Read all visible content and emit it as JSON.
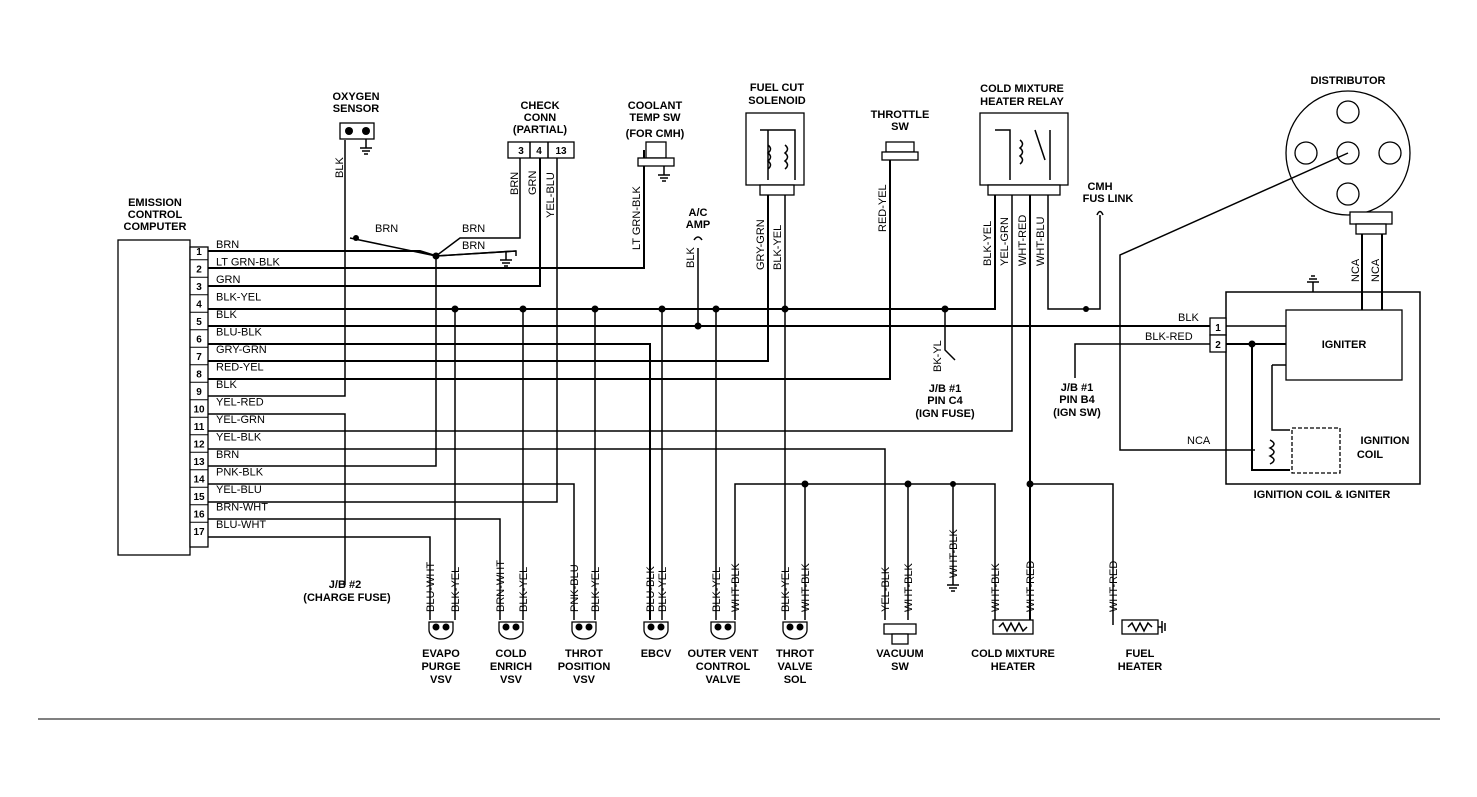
{
  "computer": {
    "title_lines": [
      "EMISSION",
      "CONTROL",
      "COMPUTER"
    ]
  },
  "pins": [
    {
      "n": "1",
      "wire": "BRN"
    },
    {
      "n": "2",
      "wire": "LT GRN-BLK"
    },
    {
      "n": "3",
      "wire": "GRN"
    },
    {
      "n": "4",
      "wire": "BLK-YEL"
    },
    {
      "n": "5",
      "wire": "BLK"
    },
    {
      "n": "6",
      "wire": "BLU-BLK"
    },
    {
      "n": "7",
      "wire": "GRY-GRN"
    },
    {
      "n": "8",
      "wire": "RED-YEL"
    },
    {
      "n": "9",
      "wire": "BLK"
    },
    {
      "n": "10",
      "wire": "YEL-RED"
    },
    {
      "n": "11",
      "wire": "YEL-GRN"
    },
    {
      "n": "12",
      "wire": "YEL-BLK"
    },
    {
      "n": "13",
      "wire": "BRN"
    },
    {
      "n": "14",
      "wire": "PNK-BLK"
    },
    {
      "n": "15",
      "wire": "YEL-BLU"
    },
    {
      "n": "16",
      "wire": "BRN-WHT"
    },
    {
      "n": "17",
      "wire": "BLU-WHT"
    }
  ],
  "top_components": {
    "oxygen_sensor": [
      "OXYGEN",
      "SENSOR"
    ],
    "check_conn": [
      "CHECK",
      "CONN",
      "(PARTIAL)"
    ],
    "check_conn_pins": [
      "3",
      "4",
      "13"
    ],
    "coolant_temp_sw": [
      "COOLANT",
      "TEMP SW",
      "(FOR CMH)"
    ],
    "fuel_cut_solenoid": [
      "FUEL CUT",
      "SOLENOID"
    ],
    "throttle_sw": [
      "THROTTLE",
      "SW"
    ],
    "cold_mixture_relay": [
      "COLD MIXTURE",
      "HEATER RELAY"
    ],
    "distributor": [
      "DISTRIBUTOR"
    ],
    "ac_amp": [
      "A/C",
      "AMP"
    ],
    "cmh_fus_link": [
      "CMH",
      "FUS LINK"
    ]
  },
  "vertical_wire_labels": {
    "o2_blk": "BLK",
    "chk_brn": "BRN",
    "chk_grn": "GRN",
    "chk_yelblu": "YEL-BLU",
    "coolant": "LT GRN-BLK",
    "ac_blk": "BLK",
    "fc_grygrn": "GRY-GRN",
    "fc_blkyel": "BLK-YEL",
    "thr_redyel": "RED-YEL",
    "rel_blkyel": "BLK-YEL",
    "rel_yelgrn": "YEL-GRN",
    "rel_whtred": "WHT-RED",
    "rel_whtblu": "WHT-BLU",
    "dist_nca1": "NCA",
    "dist_nca2": "NCA",
    "bkyl": "BK-YL"
  },
  "horizontal_labels": {
    "brn_a": "BRN",
    "brn_b": "BRN",
    "brn_c": "BRN",
    "blk_ign": "BLK",
    "blkred_ign": "BLK-RED",
    "nca_coil": "NCA"
  },
  "junctions": {
    "jb1_c4": [
      "J/B #1",
      "PIN C4",
      "(IGN FUSE)"
    ],
    "jb1_b4": [
      "J/B #1",
      "PIN B4",
      "(IGN SW)"
    ],
    "jb2": [
      "J/B #2",
      "(CHARGE FUSE)"
    ]
  },
  "igniter_module": {
    "igniter": "IGNITER",
    "coil": [
      "IGNITION",
      "COIL"
    ],
    "pins": [
      "1",
      "2"
    ],
    "caption": "IGNITION COIL & IGNITER"
  },
  "bottom_components": [
    {
      "wires": [
        "BLU-WHT",
        "BLK-YEL"
      ],
      "label": [
        "EVAPO",
        "PURGE",
        "VSV"
      ]
    },
    {
      "wires": [
        "BRN-WHT",
        "BLK-YEL"
      ],
      "label": [
        "COLD",
        "ENRICH",
        "VSV"
      ]
    },
    {
      "wires": [
        "PNK-BLU",
        "BLK-YEL"
      ],
      "label": [
        "THROT",
        "POSITION",
        "VSV"
      ]
    },
    {
      "wires": [
        "BLU-BLK",
        "BLK-YEL"
      ],
      "label": [
        "EBCV"
      ]
    },
    {
      "wires": [
        "BLK-YEL",
        "WHT-BLK"
      ],
      "label": [
        "OUTER VENT",
        "CONTROL",
        "VALVE"
      ]
    },
    {
      "wires": [
        "BLK-YEL",
        "WHT-BLK"
      ],
      "label": [
        "THROT",
        "VALVE",
        "SOL"
      ]
    },
    {
      "wires": [
        "YEL-BLK",
        "WHT-BLK"
      ],
      "label": [
        "VACUUM",
        "SW"
      ]
    },
    {
      "wires": [
        "WHT-BLK"
      ],
      "label": []
    },
    {
      "wires": [
        "WHT-BLK",
        "WHT-RED"
      ],
      "label": [
        "COLD MIXTURE",
        "HEATER"
      ]
    },
    {
      "wires": [
        "WHT-RED"
      ],
      "label": [
        "FUEL",
        "HEATER"
      ]
    }
  ]
}
